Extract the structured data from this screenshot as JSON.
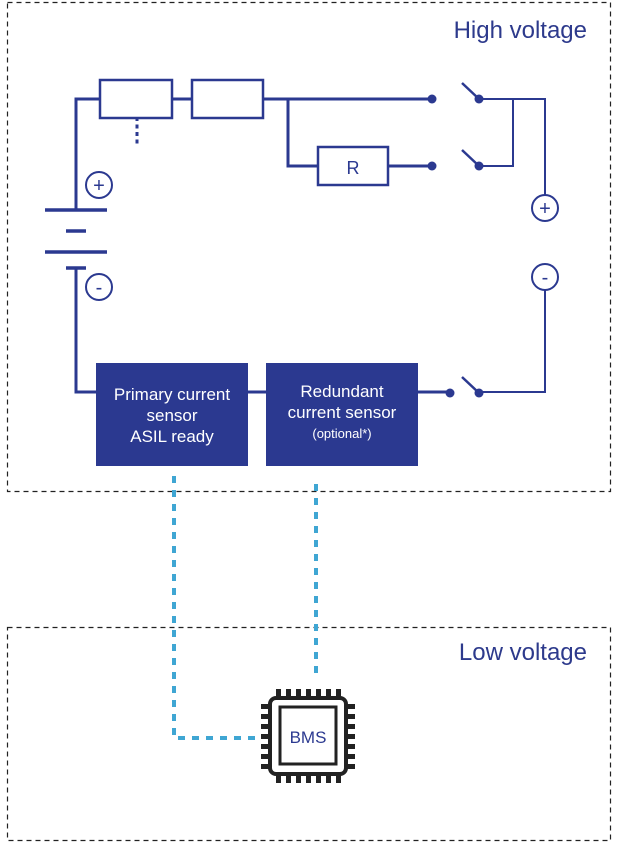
{
  "zones": {
    "high_voltage": {
      "label": "High voltage"
    },
    "low_voltage": {
      "label": "Low voltage"
    }
  },
  "components": {
    "resistor_label": "R",
    "battery_plus_symbol": "+",
    "battery_minus_symbol": "-",
    "output_plus_symbol": "+",
    "output_minus_symbol": "-",
    "primary_sensor": {
      "line1": "Primary current",
      "line2": "sensor",
      "line3": "ASIL ready"
    },
    "redundant_sensor": {
      "line1": "Redundant",
      "line2": "current sensor",
      "line3": "(optional*)"
    },
    "bms": {
      "label": "BMS"
    }
  },
  "colors": {
    "wire": "#2b3990",
    "sensor_fill": "#2b3990",
    "signal_line": "#3fa6d3",
    "zone_border": "#222222",
    "label_text": "#2d3a8c"
  }
}
